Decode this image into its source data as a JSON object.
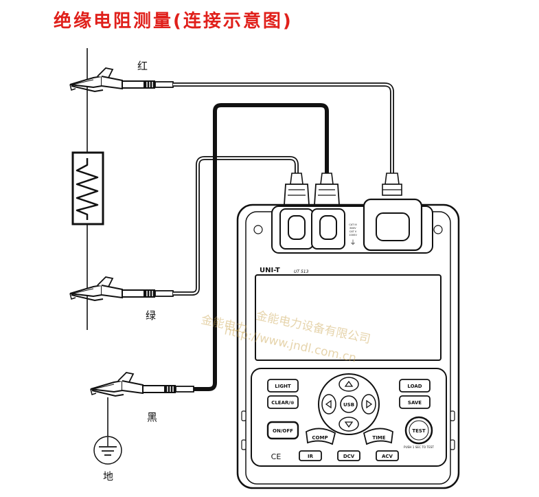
{
  "title": "绝缘电阻测量(连接示意图)",
  "labels": {
    "red": "红",
    "green": "绿",
    "black": "黑",
    "ground": "地"
  },
  "device": {
    "brand": "UNI-T",
    "model": "UT 513",
    "jack_note": [
      "CAT III",
      "600V",
      "CAT V",
      "1000V"
    ],
    "buttons": {
      "light": "LIGHT",
      "clear": "CLEAR/⊛",
      "load": "LOAD",
      "save": "SAVE",
      "usb": "USB",
      "on_off": "ON/OFF",
      "comp": "COMP",
      "time": "TIME",
      "test": "TEST",
      "ir": "IR",
      "dcv": "DCV",
      "acv": "ACV"
    },
    "test_note": "PUSH 1 SEC TO TEST",
    "ce_mark": "CE"
  },
  "watermark": {
    "company": "金能电力设备有限公司",
    "url": "http://www.jndl.com.cn",
    "logo_text": "金能电力"
  },
  "colors": {
    "title": "#e0201b",
    "line": "#111111",
    "watermark": "#c9a24a"
  }
}
